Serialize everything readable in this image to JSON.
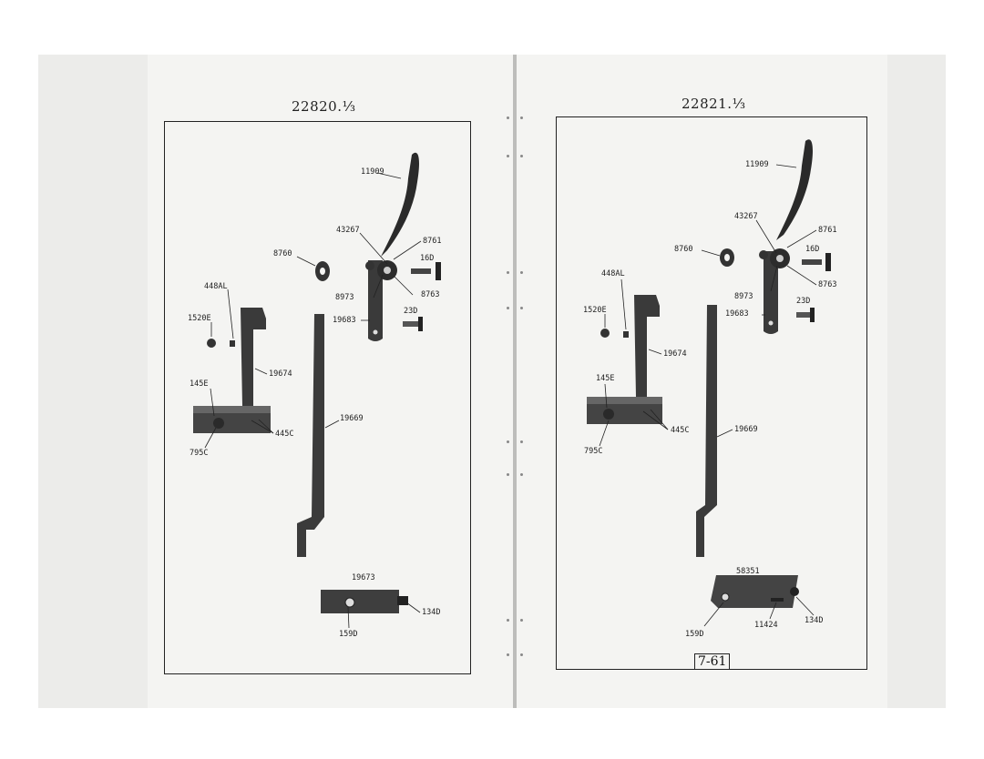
{
  "left_plate": {
    "title": "22820.⅓",
    "labels": {
      "p11909": "11909",
      "p43267": "43267",
      "p8761": "8761",
      "p8760": "8760",
      "p16D": "16D",
      "p448AL": "448AL",
      "p8973": "8973",
      "p8763": "8763",
      "p1520E": "1520E",
      "p19683": "19683",
      "p23D": "23D",
      "p19674": "19674",
      "p145E": "145E",
      "p19669": "19669",
      "p445C": "445C",
      "p795C": "795C",
      "p19673": "19673",
      "p134D": "134D",
      "p159D": "159D"
    }
  },
  "right_plate": {
    "title": "22821.⅓",
    "page_number": "7-61",
    "labels": {
      "p11909": "11909",
      "p43267": "43267",
      "p8761": "8761",
      "p8760": "8760",
      "p16D": "16D",
      "p448AL": "448AL",
      "p8973": "8973",
      "p8763": "8763",
      "p1520E": "1520E",
      "p23D": "23D",
      "p19683": "19683",
      "p19674": "19674",
      "p145E": "145E",
      "p445C": "445C",
      "p19669": "19669",
      "p795C": "795C",
      "p58351": "58351",
      "p159D": "159D",
      "p11424": "11424",
      "p134D": "134D"
    }
  }
}
